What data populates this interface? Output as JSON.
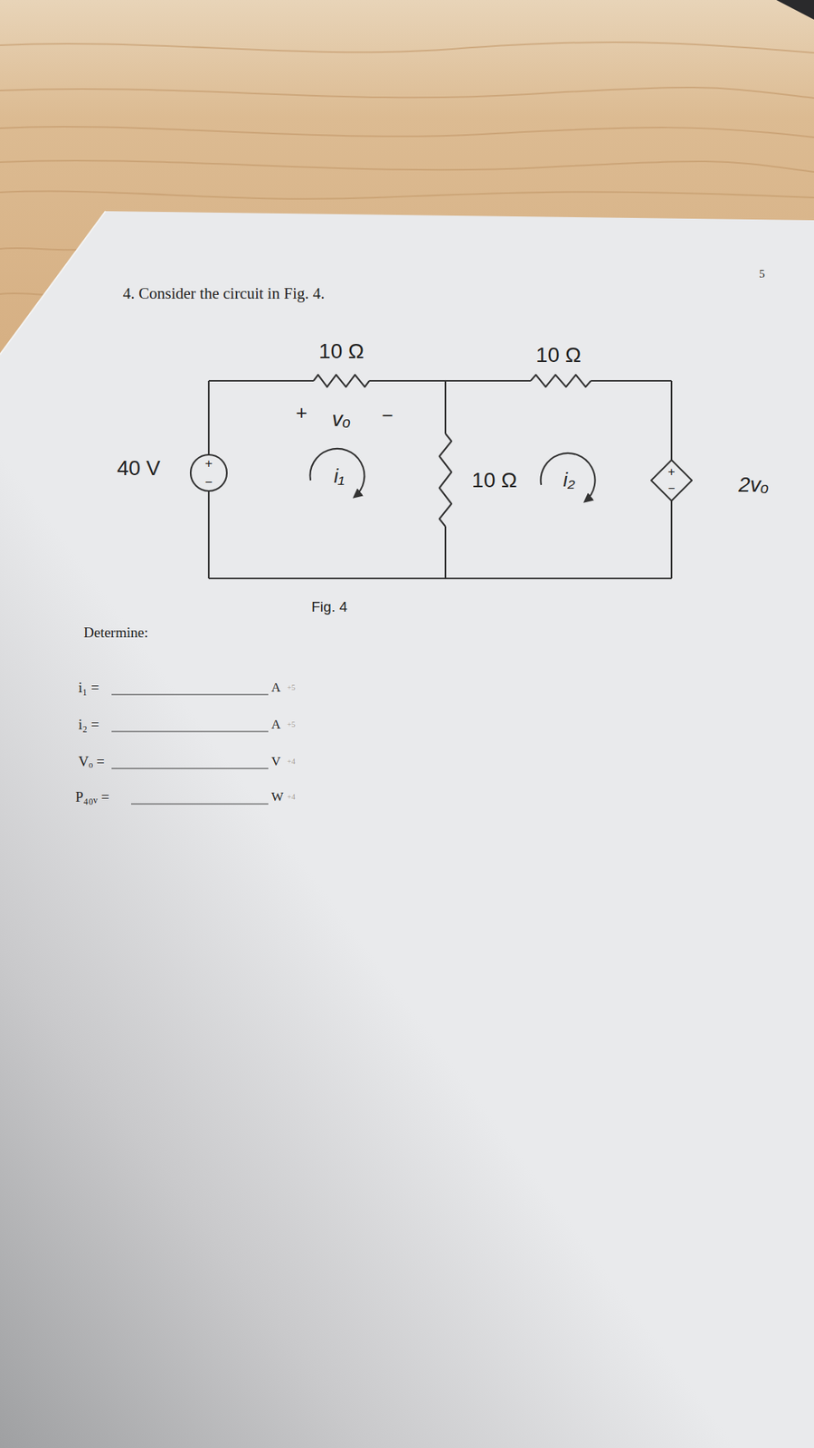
{
  "diagram": {
    "title": "4. Consider the circuit in Fig. 4.",
    "caption": "Fig. 4",
    "labels": [
      "5",
      "10 Ω",
      "+",
      "vₒ",
      "−",
      "40 V",
      "+",
      "−",
      "i₁",
      "10 Ω",
      "10 Ω",
      "i₂",
      "+",
      "−",
      "2vₒ",
      "Determine:",
      "i₁ =",
      "A",
      "+5",
      "i₂ =",
      "A",
      "+5",
      "Vₒ =",
      "V",
      "+4",
      "P₄₀ᵥ =",
      "W",
      "+4"
    ]
  }
}
